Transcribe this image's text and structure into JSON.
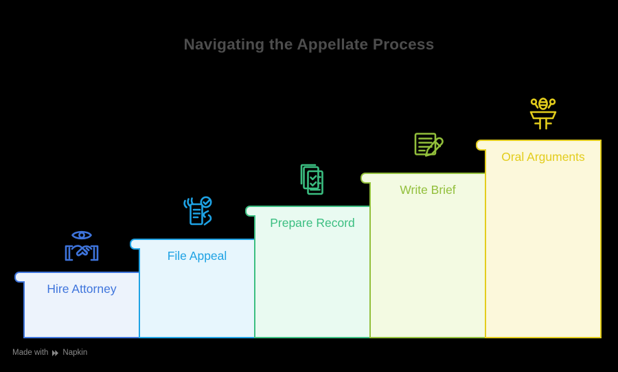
{
  "title": "Navigating the Appellate Process",
  "steps": [
    {
      "label": "Hire Attorney",
      "icon": "eye-handshake-icon",
      "color": "#3E74DC",
      "fill": "#EDF3FC"
    },
    {
      "label": "File Appeal",
      "icon": "document-hands-check-icon",
      "color": "#1EA2E4",
      "fill": "#E7F6FD"
    },
    {
      "label": "Prepare Record",
      "icon": "checklist-documents-icon",
      "color": "#3BBE81",
      "fill": "#E9FAF1"
    },
    {
      "label": "Write Brief",
      "icon": "document-pencil-icon",
      "color": "#92BF3B",
      "fill": "#F3FAE2"
    },
    {
      "label": "Oral Arguments",
      "icon": "podium-microphones-icon",
      "color": "#E3CD1C",
      "fill": "#FCF8DB"
    }
  ],
  "watermark": {
    "made_with": "Made with",
    "brand": "Napkin"
  }
}
